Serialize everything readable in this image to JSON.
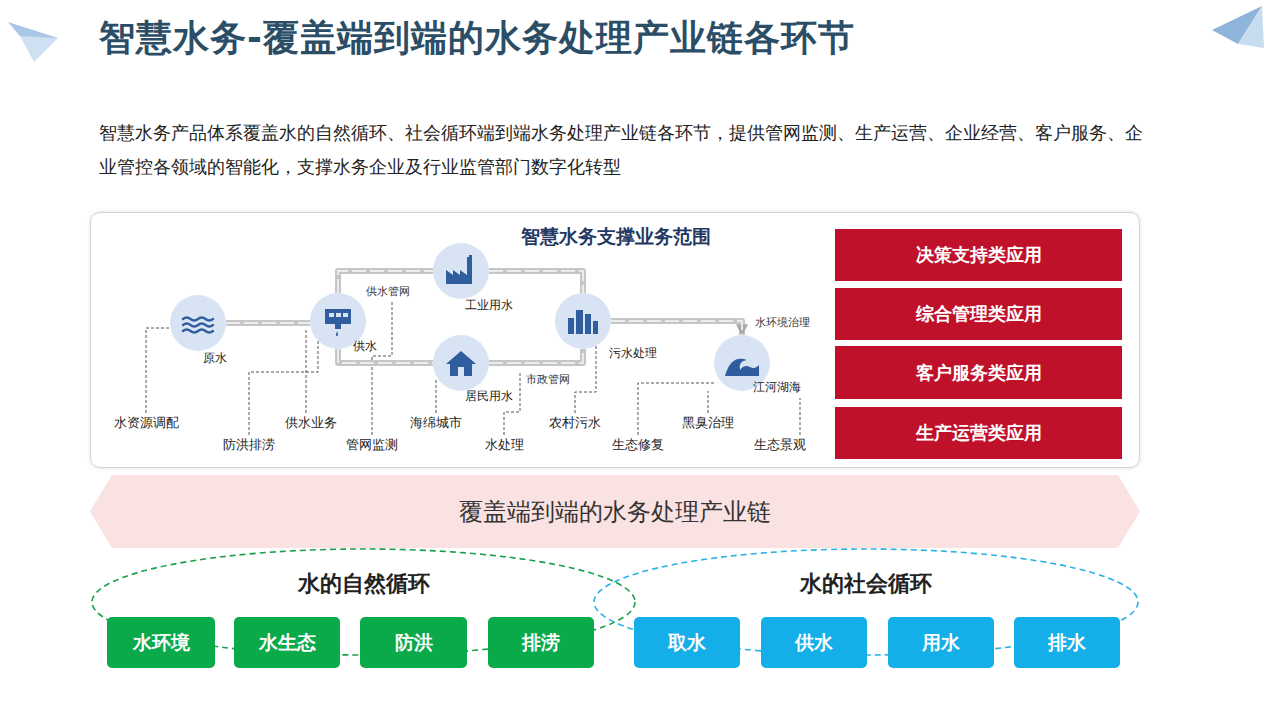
{
  "diagram": {
    "title": "智慧水务-覆盖端到端的水务处理产业链各环节",
    "nodes": [
      {
        "text": [
          "智慧水务支撑业务范围"
        ]
      },
      {
        "text": [
          "原水"
        ],
        "in": 0
      },
      {
        "text": [
          "供水"
        ],
        "in": 0
      },
      {
        "text": [
          "工业用水"
        ],
        "in": 0
      },
      {
        "text": [
          "居民用水"
        ],
        "in": 0
      },
      {
        "text": [
          "污水处理"
        ],
        "in": 0
      },
      {
        "text": [
          "江河湖海"
        ],
        "in": 0
      },
      {
        "text": [
          "决策支持类应用"
        ],
        "in": 0
      },
      {
        "text": [
          "综合管理类应用"
        ],
        "in": 0
      },
      {
        "text": [
          "客户服务类应用"
        ],
        "in": 0
      },
      {
        "text": [
          "生产运营类应用"
        ],
        "in": 0
      },
      {
        "text": [
          "覆盖端到端的水务处理产业链"
        ]
      },
      {
        "text": [
          "水的自然循环"
        ]
      },
      {
        "text": [
          "水环境"
        ],
        "in": 12
      },
      {
        "text": [
          "水生态"
        ],
        "in": 12
      },
      {
        "text": [
          "防洪"
        ],
        "in": 12
      },
      {
        "text": [
          "排涝"
        ],
        "in": 12
      },
      {
        "text": [
          "水的社会循环"
        ]
      },
      {
        "text": [
          "取水"
        ],
        "in": 17
      },
      {
        "text": [
          "供水"
        ],
        "in": 17
      },
      {
        "text": [
          "用水"
        ],
        "in": 17
      },
      {
        "text": [
          "排水"
        ],
        "in": 17
      }
    ],
    "edges": [
      {
        "from": 1,
        "to": 2,
        "arrow": "none"
      },
      {
        "from": 2,
        "to": 3,
        "arrow": "none",
        "label": "供水管网"
      },
      {
        "from": 2,
        "to": 4,
        "arrow": "none"
      },
      {
        "from": 3,
        "to": 5,
        "arrow": "none"
      },
      {
        "from": 4,
        "to": 5,
        "arrow": "none",
        "label": "市政管网"
      },
      {
        "from": 5,
        "to": 6,
        "arrow": "to",
        "label": "水环境治理"
      }
    ],
    "labels": [
      "智慧水务产品体系覆盖水的自然循环、社会循环端到端水务处理产业链各环节，提供管网监测、生产运营、企业经营、客户服务、企业管控各领域的智能化，支撑水务企业及行业监管部门数字化转型",
      "水资源调配",
      "防洪排涝",
      "供水业务",
      "管网监测",
      "海绵城市",
      "水处理",
      "农村污水",
      "生态修复",
      "黑臭治理",
      "生态景观"
    ]
  }
}
